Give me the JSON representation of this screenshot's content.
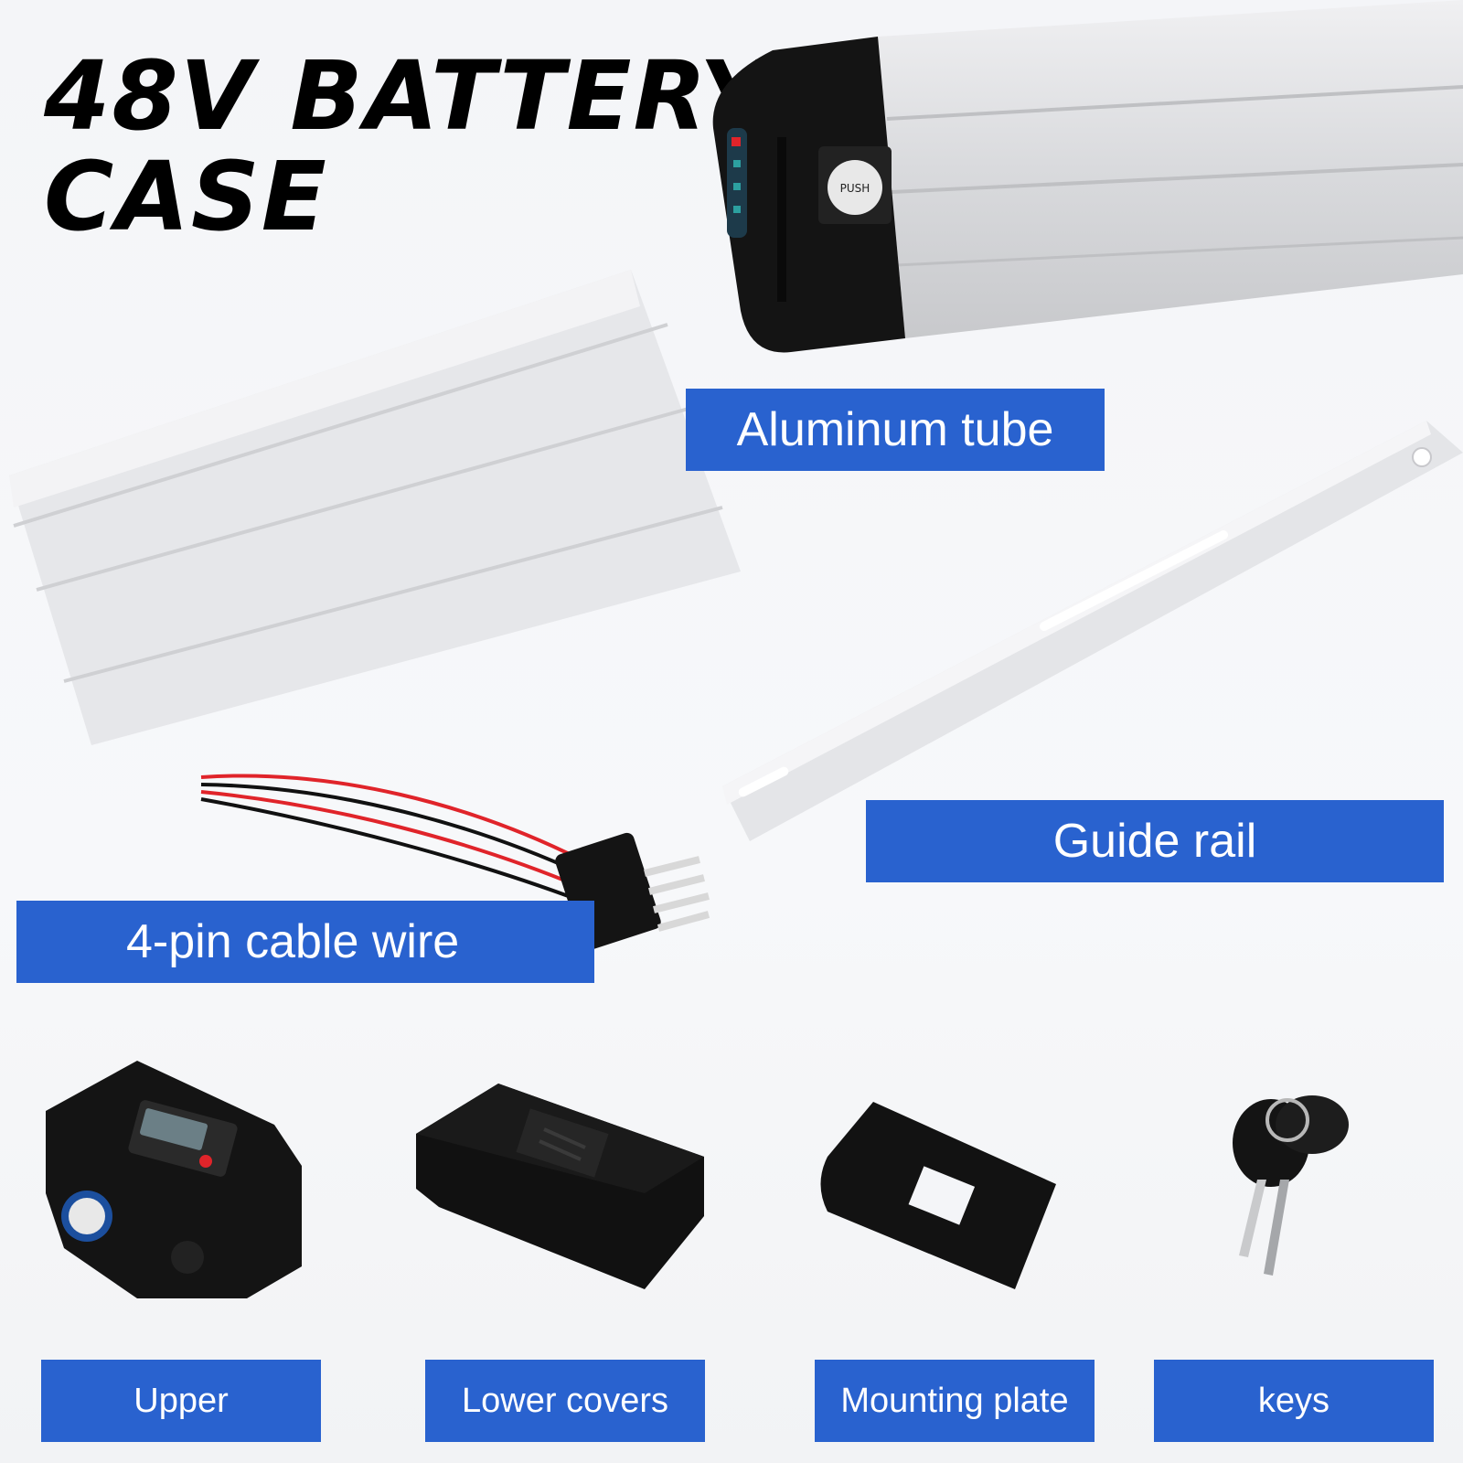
{
  "title": {
    "line1": "48V BATTERY",
    "line2": "CASE"
  },
  "labels": {
    "aluminum_tube": "Aluminum tube",
    "guide_rail": "Guide rail",
    "cable_wire": "4-pin cable wire",
    "upper": "Upper",
    "lower_covers": "Lower covers",
    "mounting_plate": "Mounting plate",
    "keys": "keys"
  },
  "battery_face": {
    "push_text": "PUSH"
  },
  "colors": {
    "label_blue": "#2962cf",
    "aluminum": "#dcdde0",
    "black_plastic": "#141414",
    "wire_red": "#e0242a"
  },
  "icons": [
    "battery-case-image",
    "aluminum-tube-image",
    "guide-rail-image",
    "cable-wire-image",
    "upper-cover-image",
    "lower-cover-image",
    "mounting-plate-image",
    "keys-image"
  ]
}
